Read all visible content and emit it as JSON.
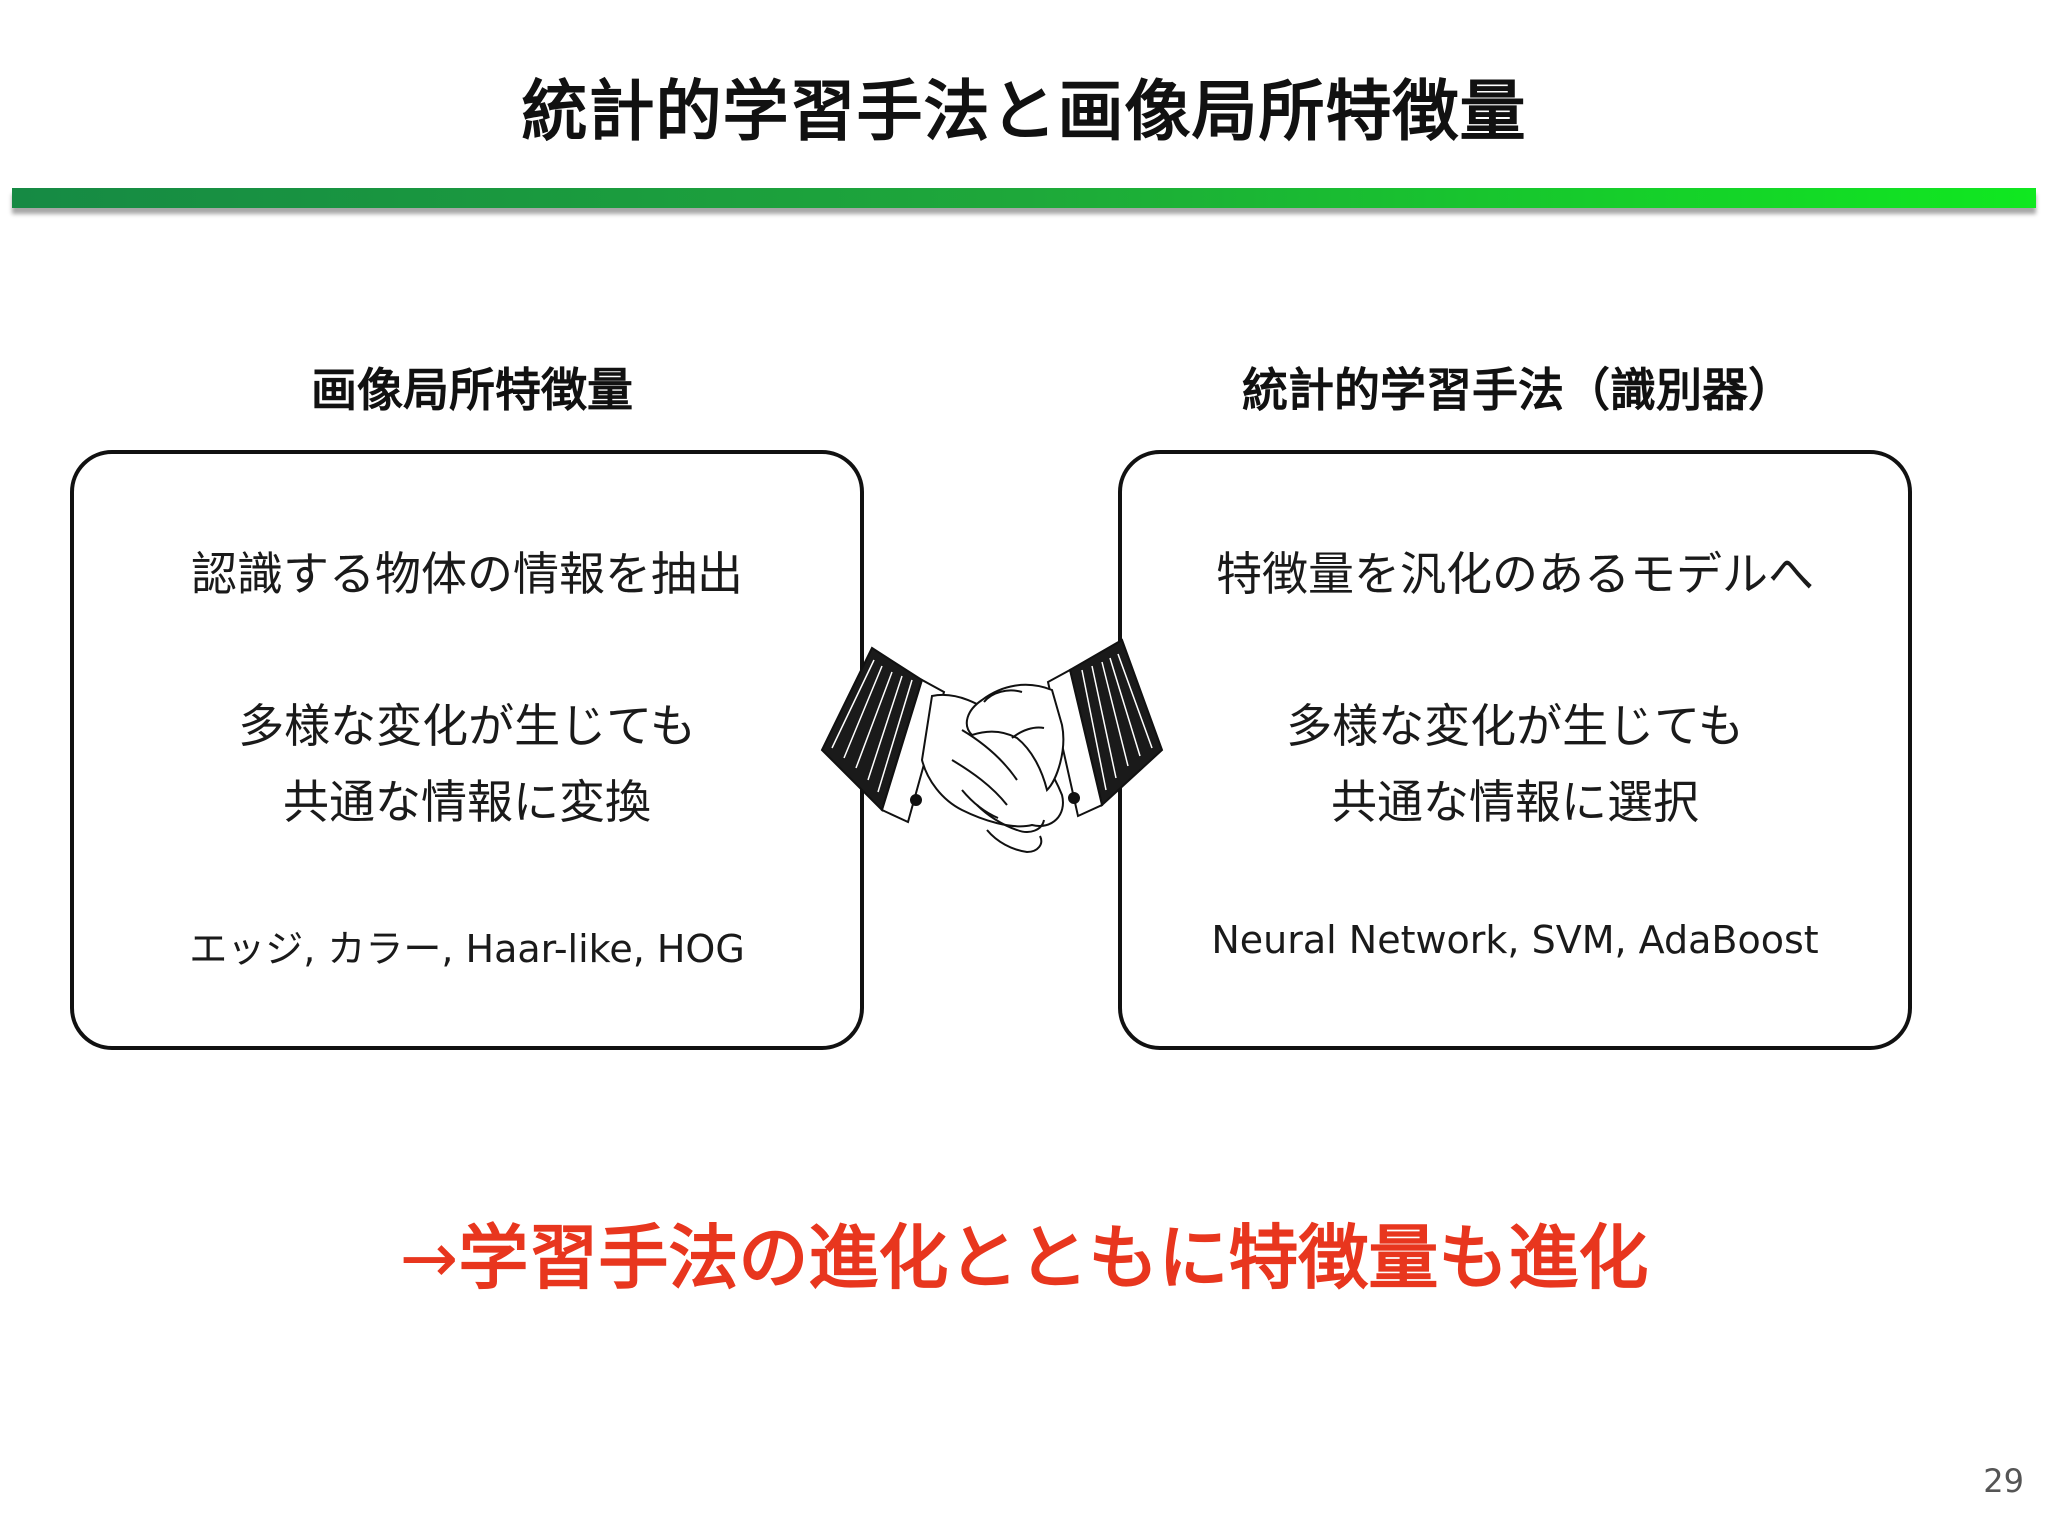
{
  "slide": {
    "title": "統計的学習手法と画像局所特徴量",
    "page_number": "29",
    "accent_bar_colors": [
      "#168a44",
      "#10e820"
    ],
    "conclusion": {
      "arrow": "→",
      "text": "学習手法の進化とともに特徴量も進化",
      "color": "#e8361e"
    }
  },
  "left_panel": {
    "heading": "画像局所特徴量",
    "line_1": "認識する物体の情報を抽出",
    "line_2": "多様な変化が生じても",
    "line_3": "共通な情報に変換",
    "examples": "エッジ, カラー, Haar-like, HOG"
  },
  "right_panel": {
    "heading": "統計的学習手法（識別器）",
    "line_1": "特徴量を汎化のあるモデルへ",
    "line_2": "多様な変化が生じても",
    "line_3": "共通な情報に選択",
    "examples": "Neural Network, SVM, AdaBoost"
  },
  "illustration": {
    "icon": "handshake-icon"
  }
}
